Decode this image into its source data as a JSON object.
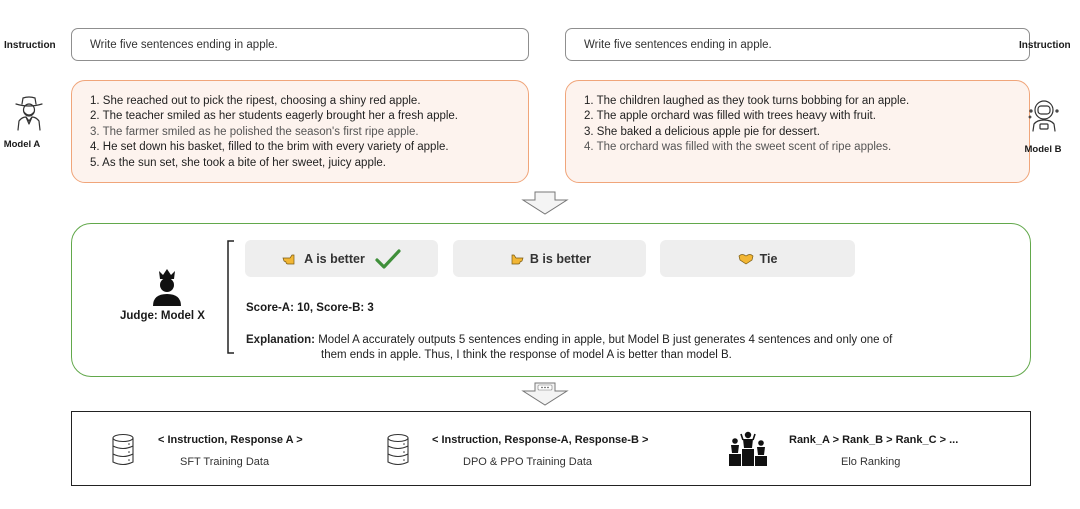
{
  "left": {
    "instruction_label": "Instruction",
    "instruction_text": "Write five sentences ending in apple.",
    "model_label": "Model A",
    "responses": [
      "1. She reached out to pick the ripest, choosing a shiny red apple.",
      "2. The teacher smiled as her students eagerly brought her a fresh apple.",
      "3. The farmer smiled as he polished the season's first ripe apple.",
      "4. He set down his basket, filled to the brim with every variety of apple.",
      "5. As the sun set, she took a bite of her sweet, juicy apple."
    ]
  },
  "right": {
    "instruction_label": "Instruction",
    "instruction_text": "Write five sentences ending in apple.",
    "model_label": "Model B",
    "responses": [
      "1. The children laughed as they took turns bobbing for an apple.",
      "2. The apple orchard was filled with trees heavy with fruit.",
      "3. She baked a delicious apple pie for dessert.",
      "4. The orchard was filled with the sweet scent of ripe apples."
    ]
  },
  "judge": {
    "label": "Judge: Model X",
    "verdicts": {
      "a_better": "A is better",
      "b_better": "B is better",
      "tie": "Tie"
    },
    "selected_icon": "checkmark-icon",
    "score": "Score-A: 10, Score-B: 3",
    "explanation_label": "Explanation:",
    "explanation_line1": "Model A accurately outputs 5 sentences ending in apple, but Model B just generates 4 sentences and only one of",
    "explanation_line2": "them ends in apple. Thus, I think the response of model A is better than model B."
  },
  "outputs": [
    {
      "title": "< Instruction, Response A >",
      "subtitle": "SFT Training Data",
      "icon": "database-icon"
    },
    {
      "title": "< Instruction, Response-A, Response-B >",
      "subtitle": "DPO & PPO Training Data",
      "icon": "database-icon"
    },
    {
      "title": "Rank_A > Rank_B > Rank_C > ...",
      "subtitle": "Elo Ranking",
      "icon": "podium-icon"
    }
  ],
  "colors": {
    "response_border": "#f0a57a",
    "response_fill": "#fdf3ee",
    "judge_border": "#62a84b",
    "check": "#3f8f3a",
    "hand": "#f2b634"
  }
}
